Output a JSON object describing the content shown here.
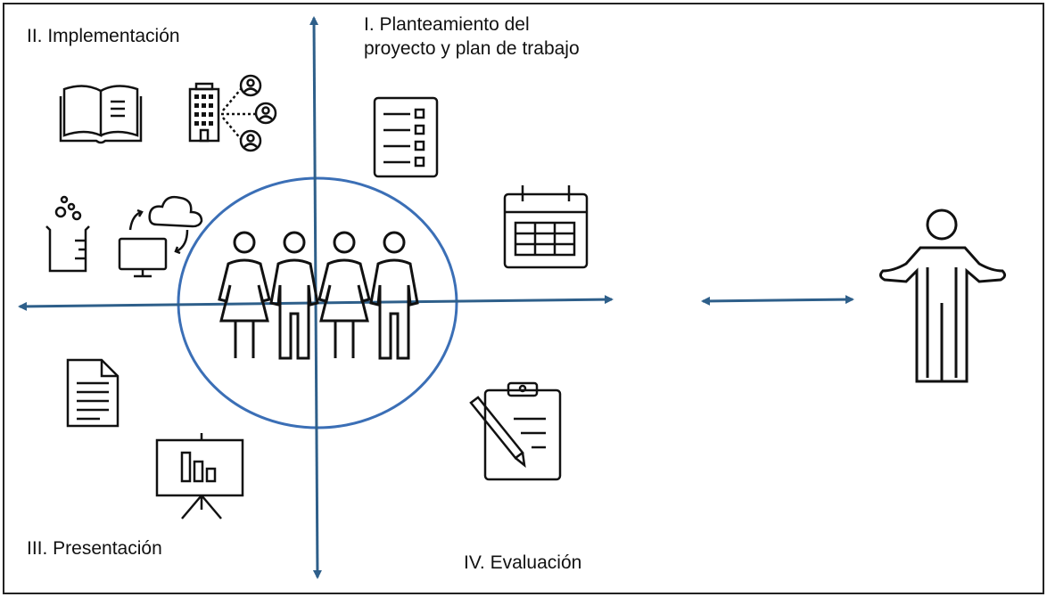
{
  "quadrants": {
    "q1": {
      "line1": "I. Planteamiento del",
      "line2": "proyecto y plan de trabajo"
    },
    "q2": {
      "label": "II. Implementación"
    },
    "q3": {
      "label": "III. Presentación"
    },
    "q4": {
      "label": "IV. Evaluación"
    }
  },
  "colors": {
    "axis": "#2e5f8a",
    "circle": "#3b6fb6",
    "icon": "#111111",
    "border": "#222222"
  },
  "icons": {
    "q1": [
      "checklist-icon",
      "calendar-icon"
    ],
    "q2": [
      "book-icon",
      "building-network-icon",
      "lab-beaker-icon",
      "cloud-computer-icon"
    ],
    "q3": [
      "document-icon",
      "presentation-board-icon"
    ],
    "q4": [
      "clipboard-pencil-icon"
    ],
    "center": [
      "team-group-icon"
    ],
    "external": [
      "person-shrug-icon"
    ]
  }
}
